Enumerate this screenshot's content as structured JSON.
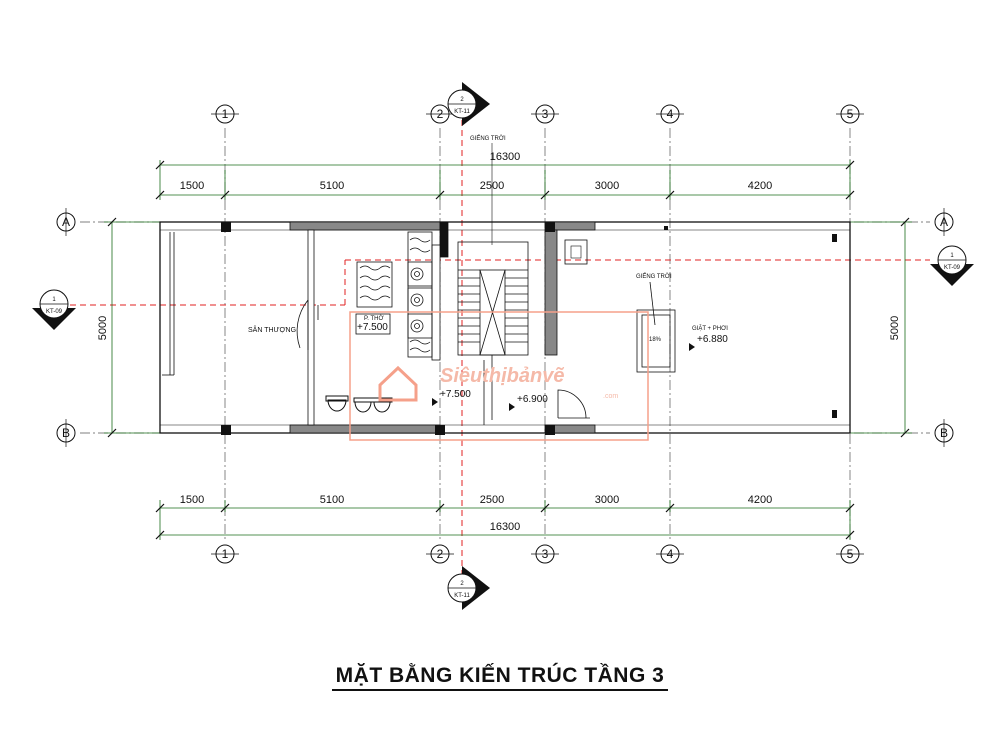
{
  "title": "MẶT BẰNG KIẾN TRÚC TẦNG 3",
  "grid": {
    "columns": [
      "1",
      "2",
      "3",
      "4",
      "5"
    ],
    "rows": [
      "A",
      "B"
    ]
  },
  "dimensions": {
    "top_segments": [
      "1500",
      "5100",
      "2500",
      "3000",
      "4200"
    ],
    "top_total": "16300",
    "bottom_segments": [
      "1500",
      "5100",
      "2500",
      "3000",
      "4200"
    ],
    "bottom_total": "16300",
    "left_depth": "5000",
    "right_depth": "5000"
  },
  "sections": {
    "top": {
      "num": "2",
      "sheet": "KT-11"
    },
    "bottom": {
      "num": "2",
      "sheet": "KT-11"
    },
    "left": {
      "num": "1",
      "sheet": "KT-09"
    },
    "right": {
      "num": "1",
      "sheet": "KT-09"
    }
  },
  "labels": {
    "san_thuong": "SÂN THƯỢNG",
    "gieng_troi_top": "GIẾNG TRỜI",
    "gieng_troi_right": "GIẾNG TRỜI",
    "phong_tho": "P. THỜ",
    "giat_phoi": "GIẶT + PHƠI",
    "slope": "18%"
  },
  "levels": {
    "phong_tho": "+7.500",
    "hall": "+7.500",
    "stair": "+6.900",
    "giat_phoi": "+6.880"
  },
  "watermark": {
    "text": "Siêuthịbảnvẽ",
    "sub": ".com"
  },
  "colors": {
    "line": "#111111",
    "dim_line": "#1a6b1a",
    "axis": "#e02020",
    "watermark": "#f5a08a"
  }
}
